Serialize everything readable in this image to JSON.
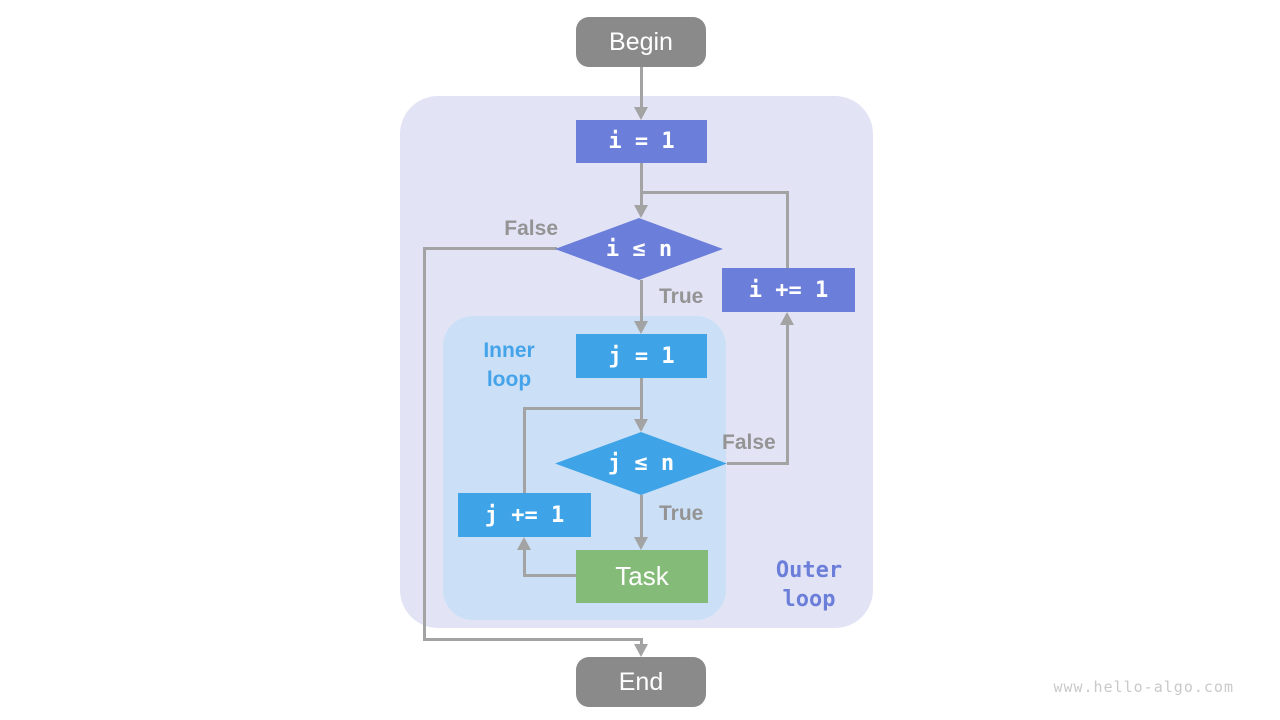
{
  "diagram": {
    "nodes": {
      "begin": "Begin",
      "init_i": "i = 1",
      "cond_i": "i ≤ n",
      "inc_i": "i += 1",
      "init_j": "j = 1",
      "cond_j": "j ≤ n",
      "inc_j": "j += 1",
      "task": "Task",
      "end": "End"
    },
    "labels": {
      "outer_false": "False",
      "outer_true": "True",
      "inner_false": "False",
      "inner_true": "True",
      "inner_loop_line1": "Inner",
      "inner_loop_line2": "loop",
      "outer_loop_line1": "Outer",
      "outer_loop_line2": "loop"
    },
    "watermark": "www.hello-algo.com",
    "colors": {
      "outer_region": "#e2e4f6",
      "inner_region": "#cbe0f6",
      "outer_node": "#6b7ed9",
      "inner_node": "#3fa3e8",
      "task_node": "#85bb78",
      "terminal_node": "#8a8a8a",
      "arrow": "#a3a3a3",
      "branch_label": "#949494",
      "inner_label": "#45a3ea",
      "outer_label": "#6b7ed9",
      "watermark": "#c9c9c9"
    }
  }
}
